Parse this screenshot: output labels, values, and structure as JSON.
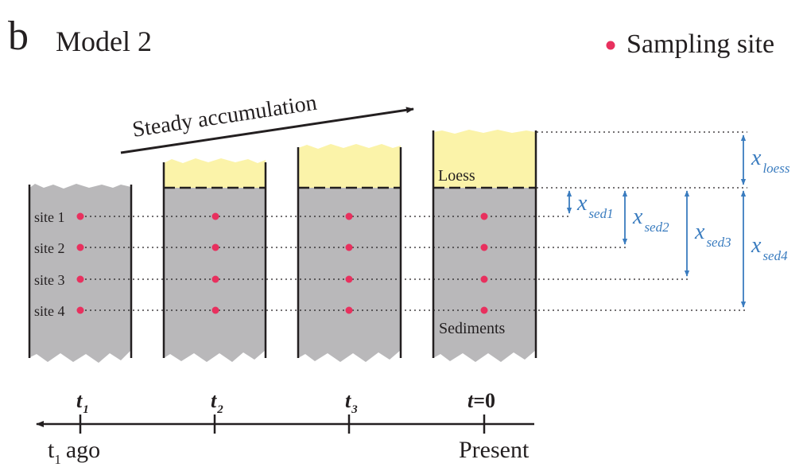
{
  "panel_letter": "b",
  "title": "Model 2",
  "legend": {
    "marker": "•",
    "label": "Sampling site"
  },
  "arrow_label": "Steady accumulation",
  "site_labels": [
    "site 1",
    "site 2",
    "site 3",
    "site 4"
  ],
  "layer_labels": {
    "loess": "Loess",
    "sediments": "Sediments"
  },
  "timeline": {
    "ticks": [
      {
        "var": "t",
        "sub": "1"
      },
      {
        "var": "t",
        "sub": "2"
      },
      {
        "var": "t",
        "sub": "3"
      },
      {
        "var": "t",
        "eq": "=0"
      }
    ],
    "left": {
      "t": "t",
      "sub": "1",
      "ago": "ago"
    },
    "present": "Present"
  },
  "dimensions": {
    "loess": {
      "var": "x",
      "sub": "loess"
    },
    "sed1": {
      "var": "x",
      "sub": "sed1"
    },
    "sed2": {
      "var": "x",
      "sub": "sed2"
    },
    "sed3": {
      "var": "x",
      "sub": "sed3"
    },
    "sed4": {
      "var": "x",
      "sub": "sed4"
    }
  },
  "colors": {
    "sediment": "#b9b8ba",
    "loess": "#fbf3a9",
    "dot": "#e8305e",
    "dimension": "#3a7cbf",
    "text": "#231f20"
  }
}
